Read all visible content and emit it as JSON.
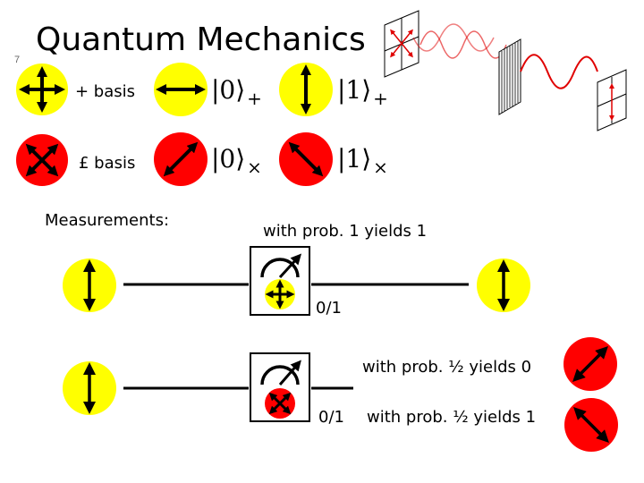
{
  "slide": {
    "number": "7",
    "title": "Quantum Mechanics"
  },
  "bases": {
    "plus": {
      "label": "+ basis",
      "ket0": "|0⟩",
      "ket1": "|1⟩",
      "sub": "+"
    },
    "times": {
      "label": "£ basis",
      "ket0": "|0⟩",
      "ket1": "|1⟩",
      "sub": "×"
    }
  },
  "measurements": {
    "heading": "Measurements:",
    "top": {
      "outcome_label": "0/1",
      "result": "with prob. 1 yields 1"
    },
    "bottom": {
      "outcome_label": "0/1",
      "result_0": "with prob. ½ yields 0",
      "result_1": "with prob. ½ yields 1"
    }
  },
  "colors": {
    "yellow": "#ffff00",
    "red": "#ff0000",
    "wave_red": "#e00000"
  },
  "icons": [
    "plus-basis-icon",
    "times-basis-icon",
    "horizontal-arrow-icon",
    "vertical-arrow-icon",
    "diagonal-arrow-icon",
    "antidiagonal-arrow-icon",
    "meter-icon",
    "polarizer-wave-icon"
  ]
}
